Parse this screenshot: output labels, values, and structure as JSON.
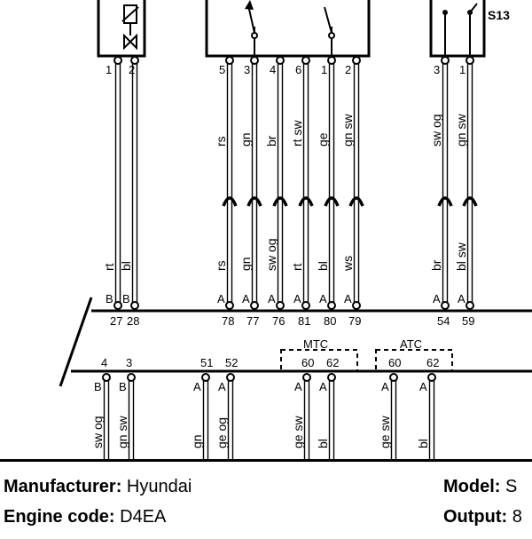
{
  "top_components": {
    "relay_label": "S13",
    "valve_pins": [
      "1",
      "2"
    ],
    "center_pins": [
      "5",
      "3",
      "4",
      "6",
      "1",
      "2"
    ],
    "right_pins": [
      "3",
      "1"
    ]
  },
  "wire_colors_upper": [
    {
      "id": "c5",
      "text": "rs"
    },
    {
      "id": "c3",
      "text": "gn"
    },
    {
      "id": "c4",
      "text": "br"
    },
    {
      "id": "c6",
      "text": "rt sw"
    },
    {
      "id": "c1",
      "text": "ge"
    },
    {
      "id": "c2",
      "text": "gn sw"
    },
    {
      "id": "r3",
      "text": "sw og"
    },
    {
      "id": "r1",
      "text": "gn sw"
    }
  ],
  "wire_colors_middle": [
    {
      "id": "v1",
      "text": "rt"
    },
    {
      "id": "v2",
      "text": "bl"
    },
    {
      "id": "c5",
      "text": "rs"
    },
    {
      "id": "c3",
      "text": "gn"
    },
    {
      "id": "c4",
      "text": "sw og"
    },
    {
      "id": "c6",
      "text": "rt"
    },
    {
      "id": "c1",
      "text": "bl"
    },
    {
      "id": "c2",
      "text": "ws"
    },
    {
      "id": "r3",
      "text": "br"
    },
    {
      "id": "r1",
      "text": "bl sw"
    }
  ],
  "connector_upper": {
    "letters": [
      "B",
      "B",
      "A",
      "A",
      "A",
      "A",
      "A",
      "A",
      "A",
      "A"
    ],
    "numbers": [
      "27",
      "28",
      "78",
      "77",
      "76",
      "81",
      "80",
      "79",
      "54",
      "59"
    ]
  },
  "connector_lower": {
    "letters": [
      "B",
      "B",
      "A",
      "A",
      "A",
      "A",
      "A",
      "A"
    ],
    "numbers": [
      "4",
      "3",
      "51",
      "52",
      "60",
      "62",
      "60",
      "62"
    ],
    "variants": [
      "MTC",
      "ATC"
    ]
  },
  "wire_colors_lower": [
    "sw og",
    "gn sw",
    "gn",
    "ge og",
    "ge sw",
    "bl",
    "ge sw",
    "bl"
  ],
  "info": {
    "manufacturer_label": "Manufacturer:",
    "manufacturer_value": "Hyundai",
    "engine_label": "Engine code:",
    "engine_value": "D4EA",
    "model_label": "Model:",
    "model_value": "S",
    "output_label": "Output:",
    "output_value": "8"
  }
}
